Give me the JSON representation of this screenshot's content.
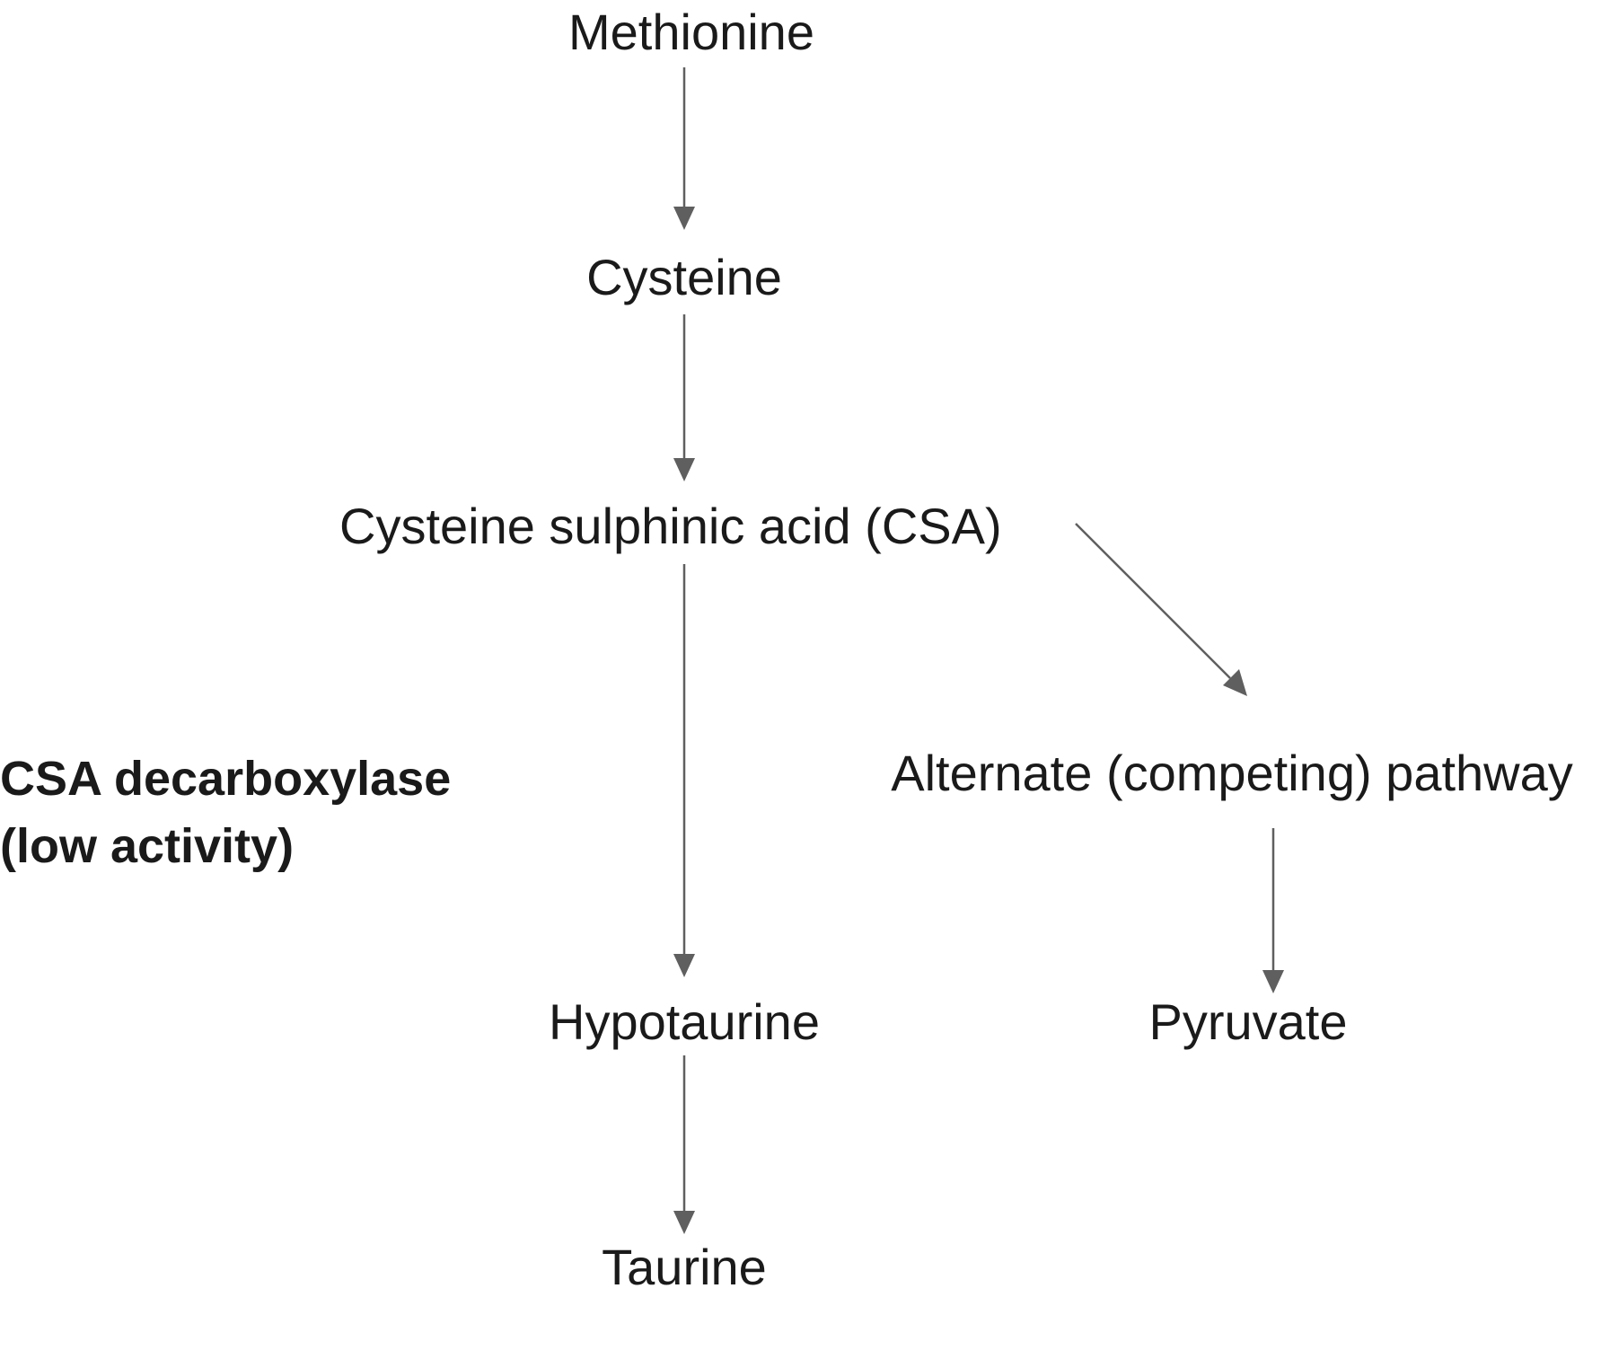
{
  "nodes": {
    "methionine": "Methionine",
    "cysteine": "Cysteine",
    "csa": "Cysteine sulphinic acid (CSA)",
    "alternate": "Alternate (competing) pathway",
    "hypotaurine": "Hypotaurine",
    "pyruvate": "Pyruvate",
    "taurine": "Taurine"
  },
  "enzyme_label": {
    "line1": "CSA decarboxylase",
    "line2": "(low activity)"
  },
  "colors": {
    "text": "#1a1a1a",
    "arrow": "#5f5f5f",
    "background": "#ffffff"
  }
}
